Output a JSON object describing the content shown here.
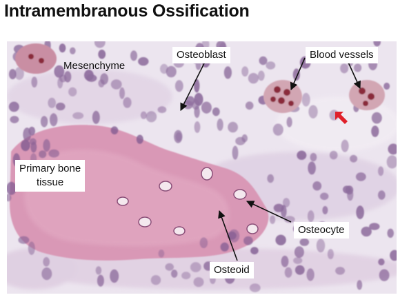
{
  "title": "Intramembranous Ossification",
  "labels": {
    "mesenchyme": "Mesenchyme",
    "osteoblast": "Osteoblast",
    "blood_vessels": "Blood vessels",
    "primary_bone_line1": "Primary bone",
    "primary_bone_line2": "tissue",
    "osteocyte": "Osteocyte",
    "osteoid": "Osteoid"
  },
  "colors": {
    "background_stain": "#ebe4ee",
    "bone_matrix": "#d996b4",
    "nucleus": "#7f5a90",
    "blood_cell": "#8a2a3a",
    "arrow": "#111111",
    "red_marker": "#e0202a"
  }
}
